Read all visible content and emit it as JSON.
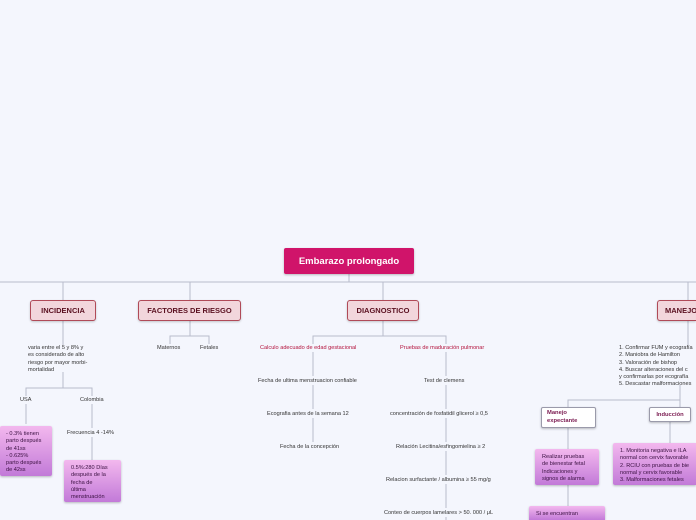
{
  "root": {
    "label": "Embarazo prolongado"
  },
  "incidencia": {
    "label": "INCIDENCIA",
    "description": [
      "varia entre el 5 y 8%  y",
      "es considerado de alto",
      "riesgo por mayor morbi-",
      "mortalidad"
    ],
    "usa": "USA",
    "usa_stats": [
      "- 0.3% tienen",
      "parto después",
      "de 41ss",
      "- 0.625%",
      "parto después",
      "de 42ss"
    ],
    "colombia": "Colombia",
    "frecuencia": "Frecuencia 4 -14%",
    "colombia_stats": [
      "0.5%:280 Días",
      "después de la",
      "fecha de",
      "última",
      "menstruación"
    ]
  },
  "factores": {
    "label": "FACTORES DE RIESGO",
    "maternos": "Maternos",
    "fetales": "Fetales"
  },
  "diagnostico": {
    "label": "DIAGNOSTICO",
    "calculo": "Calculo adecuado de edad gestacional",
    "calculo_items": [
      "Fecha de ultima menstruacion confiable",
      "Ecografia antes de la semana 12",
      "Fecha de la concepción"
    ],
    "pruebas": "Pruebas de maduración pulmonar",
    "pruebas_items": [
      "Test de clemens",
      "concentración de fosfatidil glicerol ≥ 0,5",
      "Relación Lecitina/esfingomielina ≥ 2",
      "Relacion surfactante / albumina ≥ 55 mg/g",
      "Conteo de cuerpos lamelares > 50. 000 / μL"
    ]
  },
  "manejo": {
    "label": "MANEJO",
    "steps": [
      "1. Confirmar FUM y ecografía",
      "2. Maniobra de Hamilton",
      "3. Valoración de bishop",
      "4. Buscar alteraciones del c",
      "y confirmarlas por ecografía",
      "5. Descastar malformaciones"
    ],
    "expectante": [
      "Manejo",
      "expectante"
    ],
    "expectante_box": [
      "Realizar pruebas",
      "de bienestar fetal",
      "Indicaciones y",
      "signos de alarma"
    ],
    "expectante_next": [
      "Si se encuentran"
    ],
    "induccion": "Inducción",
    "induccion_box": [
      "1. Monitoria negativa e ILA",
      "normal con cervix favorable",
      "2. RCIU con pruebas de bie",
      "normal y cervix favorable",
      "3. Malformaciones fetales"
    ]
  }
}
